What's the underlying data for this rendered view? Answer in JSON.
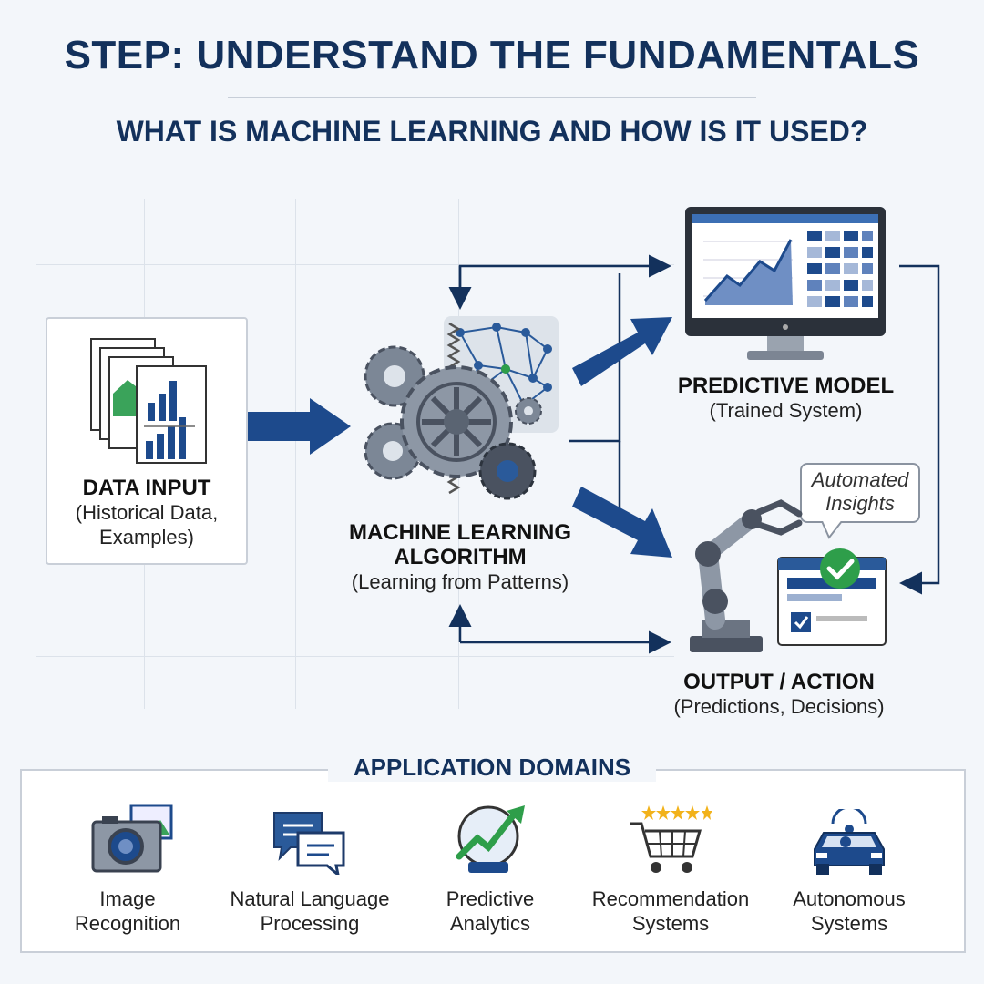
{
  "header": {
    "title": "STEP: UNDERSTAND THE FUNDAMENTALS",
    "subtitle": "WHAT IS MACHINE LEARNING AND HOW IS IT USED?"
  },
  "nodes": {
    "data_input": {
      "title": "DATA INPUT",
      "line1": "(Historical Data,",
      "line2": "Examples)"
    },
    "algorithm": {
      "title_line1": "MACHINE LEARNING",
      "title_line2": "ALGORITHM",
      "caption": "(Learning from Patterns)"
    },
    "predictive_model": {
      "title": "PREDICTIVE MODEL",
      "caption": "(Trained System)"
    },
    "output": {
      "title": "OUTPUT / ACTION",
      "caption": "(Predictions, Decisions)"
    },
    "bubble": {
      "line1": "Automated",
      "line2": "Insights"
    }
  },
  "domains": {
    "title": "APPLICATION DOMAINS",
    "items": [
      {
        "line1": "Image",
        "line2": "Recognition",
        "icon": "camera-icon"
      },
      {
        "line1": "Natural Language",
        "line2": "Processing",
        "icon": "chat-bubbles-icon"
      },
      {
        "line1": "Predictive",
        "line2": "Analytics",
        "icon": "crystal-ball-trend-icon"
      },
      {
        "line1": "Recommendation",
        "line2": "Systems",
        "icon": "shopping-cart-stars-icon"
      },
      {
        "line1": "Autonomous",
        "line2": "Systems",
        "icon": "car-icon"
      }
    ]
  },
  "colors": {
    "navy": "#13315c",
    "arrow": "#1d4a8c",
    "green": "#2e9e4a",
    "gold": "#f2b21a"
  }
}
